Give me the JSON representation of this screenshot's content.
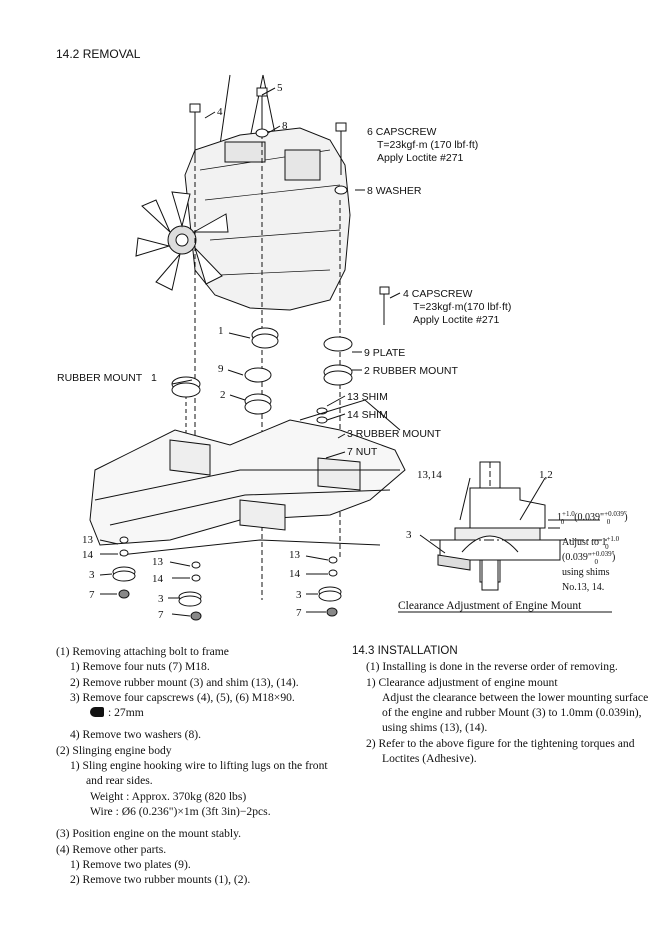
{
  "section_title": "14.2  REMOVAL",
  "figure": {
    "callouts": {
      "c4_top": "4",
      "c5": "5",
      "c8_top": "8",
      "c1_center": "1",
      "c9_center": "9",
      "c2_center": "2",
      "c13_left": "13",
      "c14_left": "14",
      "c3_left": "3",
      "c7_left": "7",
      "c13_mid": "13",
      "c14_mid": "14",
      "c3_mid": "3",
      "c7_mid": "7",
      "c13_right": "13",
      "c14_right": "14",
      "c3_right": "3",
      "c7_right": "7"
    },
    "cap6": {
      "title": "6 CAPSCREW",
      "torque": "T=23kgf·m (170 lbf·ft)",
      "loctite": "Apply Loctite #271"
    },
    "washer8": "8 WASHER",
    "cap4": {
      "title": "4 CAPSCREW",
      "torque": "T=23kgf·m(170 lbf·ft)",
      "loctite": "Apply Loctite #271"
    },
    "plate9": "9  PLATE",
    "rubber2": "2  RUBBER MOUNT",
    "rubber1_label": "RUBBER MOUNT",
    "rubber1_num": "1",
    "shim13": "13 SHIM",
    "shim14": "14 SHIM",
    "rubber3": "3   RUBBER MOUNT",
    "nut7": "7   NUT",
    "detail": {
      "label_1314": "13,14",
      "label_12": "1,2",
      "label_3": "3",
      "clearance_prefix": "1",
      "clearance_sup": "+1.0",
      "clearance_sub": "0",
      "clearance_in": "(0.039\"",
      "clearance_in_sup": "+0.039\"",
      "clearance_in_sub": "0",
      "clearance_close": ")",
      "adjust_a": "Adjust to 1",
      "adjust_sup": "+1.0",
      "adjust_sub": "0",
      "adjust_b": "(0.039\"",
      "adjust_b_sup": "+0.039\"",
      "adjust_b_sub": "0",
      "adjust_b_close": ")",
      "adjust_c": "using shims",
      "adjust_d": "No.13, 14.",
      "caption": "Clearance Adjustment of Engine Mount"
    }
  },
  "left_column": {
    "l1": "(1)  Removing attaching bolt to frame",
    "l1_1": "1)  Remove four nuts (7) M18.",
    "l1_2": "2)  Remove rubber mount (3) and shim (13), (14).",
    "l1_3": "3)  Remove four capscrews (4), (5), (6) M18×90.",
    "l1_3_tool": ": 27mm",
    "l1_4": "4)  Remove two washers (8).",
    "l2": "(2)  Slinging engine body",
    "l2_1": "1)  Sling engine hooking wire to lifting lugs on the front and rear sides.",
    "l2_weight": "Weight  : Approx. 370kg (820 lbs)",
    "l2_wire": "Wire     : Ø6 (0.236\")×1m (3ft 3in)−2pcs.",
    "l3": "(3)  Position engine on the mount stably.",
    "l4": "(4)  Remove other parts.",
    "l4_1": "1)  Remove two plates (9).",
    "l4_2": "2)  Remove two rubber mounts (1), (2)."
  },
  "right_column": {
    "title": "14.3  INSTALLATION",
    "r1": "(1)  Installing is done in the reverse order of removing.",
    "r1_1": "1)  Clearance adjustment of engine mount",
    "r1_1_text": "Adjust the clearance between the lower mounting surface of the engine and rubber Mount (3) to 1.0mm (0.039in), using shims (13), (14).",
    "r1_2": "2)  Refer to the above figure for the tightening torques and Loctites (Adhesive)."
  }
}
